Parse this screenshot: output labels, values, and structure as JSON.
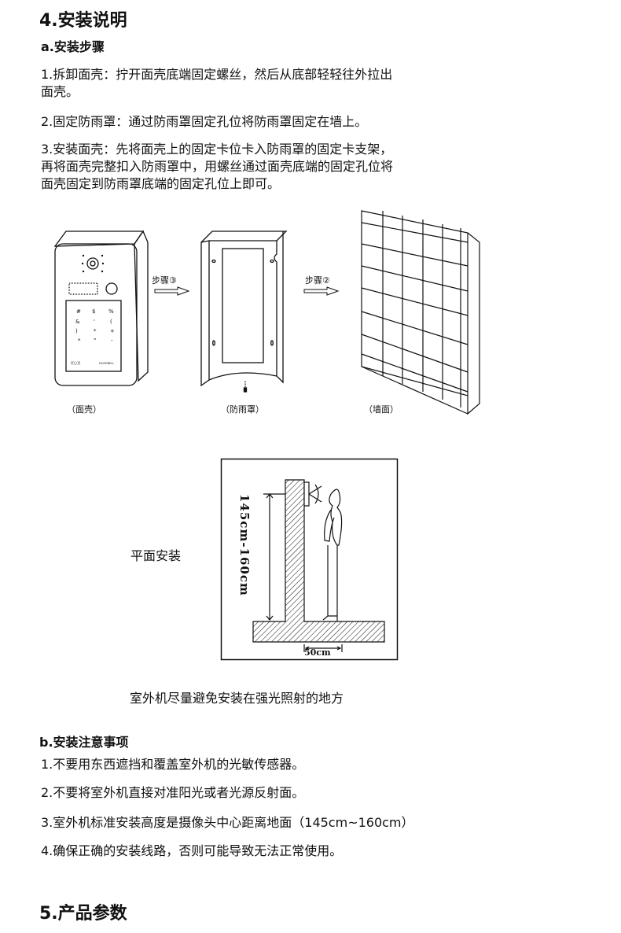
{
  "section4": {
    "title": "4.安装说明",
    "a_title": "a.安装步骤",
    "steps": [
      {
        "lines": [
          "1.拆卸面壳：拧开面壳底端固定螺丝，然后从底部轻轻往外拉出",
          "面壳。"
        ]
      },
      {
        "lines": [
          "2.固定防雨罩：通过防雨罩固定孔位将防雨罩固定在墙上。"
        ]
      },
      {
        "lines": [
          "3.安装面壳：先将面壳上的固定卡位卡入防雨罩的固定卡支架，",
          "再将面壳完整扣入防雨罩中，用螺丝通过面壳底端的固定孔位将",
          "面壳固定到防雨罩底端的固定孔位上即可。"
        ]
      }
    ],
    "figure1": {
      "step3_label": "步骤③",
      "step2_label": "步骤②",
      "panel_label": "（面壳）",
      "cover_label": "（防雨罩）",
      "wall_label": "（墙面）",
      "keypad": [
        "#",
        "$",
        "%",
        "&",
        "'",
        "(",
        ")",
        "*",
        "+",
        "*",
        "\"",
        "-"
      ],
      "brand": "DOORBELL"
    },
    "figure2": {
      "mount_label": "平面安装",
      "height_label": "145cm-160cm",
      "distance_label": "50cm"
    },
    "caption": "室外机尽量避免安装在强光照射的地方",
    "b_title": "b.安装注意事项",
    "notes": [
      "1.不要用东西遮挡和覆盖室外机的光敏传感器。",
      "2.不要将室外机直接对准阳光或者光源反射面。",
      "3.室外机标准安装高度是摄像头中心距离地面（145cm~160cm）",
      "4.确保正确的安装线路，否则可能导致无法正常使用。"
    ]
  },
  "section5": {
    "title": "5.产品参数"
  }
}
